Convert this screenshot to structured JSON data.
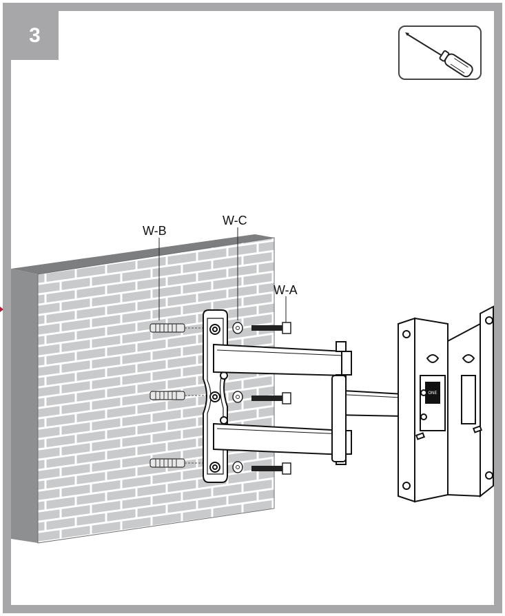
{
  "step": {
    "number": "3"
  },
  "tool": {
    "icon": "screwdriver-icon"
  },
  "labels": {
    "wall_anchor": "W-B",
    "washer": "W-C",
    "lag_bolt": "W-A"
  },
  "colors": {
    "frame": "#a7a7a9",
    "brick": "#c9cacc",
    "mortar": "#ffffff",
    "wall_side": "#8e8f91",
    "wall_top": "#7d7e80",
    "metal": "#111111"
  }
}
